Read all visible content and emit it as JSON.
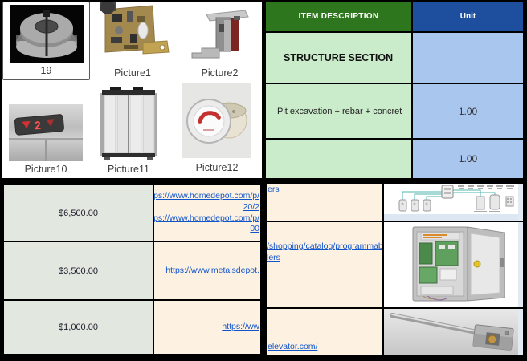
{
  "gallery": {
    "tiles": [
      {
        "label": "19"
      },
      {
        "label": "Picture1"
      },
      {
        "label": "Picture2"
      },
      {
        "label": "Picture10"
      },
      {
        "label": "Picture11"
      },
      {
        "label": "Picture12"
      }
    ]
  },
  "spec_table": {
    "header": {
      "description": "ITEM DESCRIPTION",
      "unit": "Unit"
    },
    "rows": [
      {
        "description": "STRUCTURE SECTION",
        "unit": ""
      },
      {
        "description": "Pit excavation + rebar + concret",
        "unit": "1.00"
      },
      {
        "description": "",
        "unit": "1.00"
      }
    ]
  },
  "price_table": {
    "rows": [
      {
        "price": "$6,500.00",
        "links": [
          "https://www.homedepot.com/p/",
          "20/2",
          "https://www.homedepot.com/p/",
          "00"
        ]
      },
      {
        "price": "$3,500.00",
        "links": [
          "https://www.metalsdepot."
        ]
      },
      {
        "price": "$1,000.00",
        "links": [
          "https://ww"
        ]
      }
    ]
  },
  "link_table": {
    "rows": [
      {
        "lines": [
          "ers"
        ],
        "image": "wiring-diagram"
      },
      {
        "lines": [
          "/shopping/catalog/programmabl",
          "lers"
        ],
        "image": "elevator-control-cabinet"
      },
      {
        "lines": [
          "elevator.com/"
        ],
        "image": "door-release-key"
      }
    ]
  },
  "colors": {
    "header_green": "#2e761d",
    "header_blue": "#1e4f9e",
    "light_green": "#cbeccb",
    "light_blue": "#a9c6ef",
    "price_column": "#e2e7e0",
    "link_column": "#fdf1e1",
    "link_blue": "#1155cc"
  }
}
